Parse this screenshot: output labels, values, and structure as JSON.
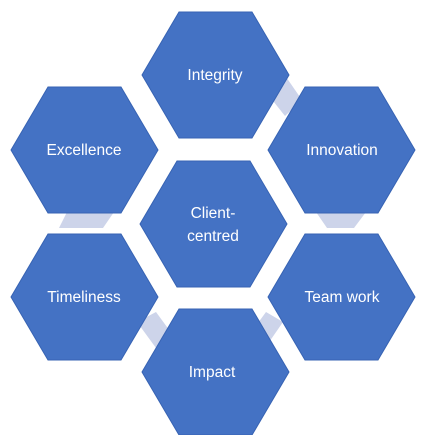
{
  "diagram": {
    "center": {
      "line1": "Client-",
      "line2": "centred"
    },
    "values": {
      "integrity": "Integrity",
      "innovation": "Innovation",
      "team_work": "Team work",
      "impact": "Impact",
      "timeliness": "Timeliness",
      "excellence": "Excellence"
    },
    "colors": {
      "hexagon_fill": "#4472C4",
      "connector_fill": "#CDD4EA",
      "label_text": "#FFFFFF"
    }
  }
}
